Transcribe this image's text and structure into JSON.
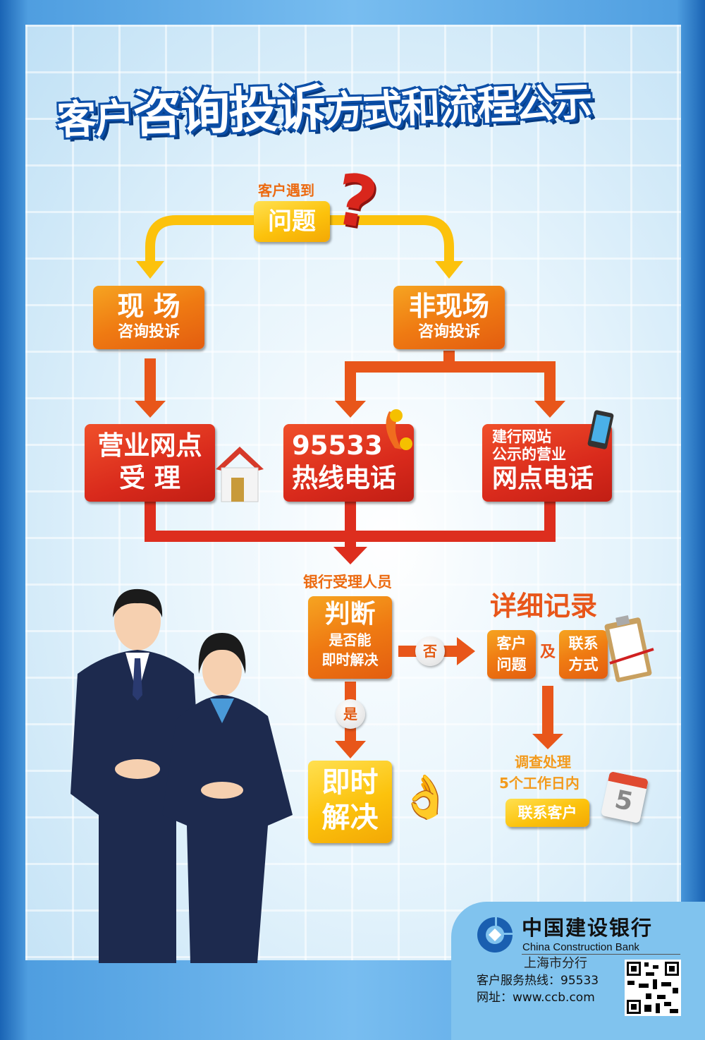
{
  "title": {
    "part1": "客户",
    "part2": "咨询",
    "part3": "投诉",
    "part4": "方式和流程公示"
  },
  "start": {
    "caption": "客户遇到",
    "box": "问题",
    "icon": "question-mark-icon"
  },
  "onsite": {
    "title": "现 场",
    "sub": "咨询投诉"
  },
  "offsite": {
    "title": "非现场",
    "sub": "咨询投诉"
  },
  "channels": [
    {
      "line1": "营业网点",
      "line2": "受 理",
      "icon": "house-icon"
    },
    {
      "line1": "95533",
      "line2": "热线电话",
      "icon": "telephone-icon"
    },
    {
      "line1": "建行网站",
      "line2": "公示的营业",
      "line3": "网点电话",
      "icon": "mobile-phone-icon"
    }
  ],
  "judge": {
    "caption": "银行受理人员",
    "title": "判断",
    "line1": "是否能",
    "line2": "即时解决"
  },
  "no_label": "否",
  "yes_label": "是",
  "resolve": {
    "line1": "即时",
    "line2": "解决",
    "icon": "ok-hand-icon"
  },
  "record": {
    "title": "详细记录",
    "box1_l1": "客户",
    "box1_l2": "问题",
    "and": "及",
    "box2_l1": "联系",
    "box2_l2": "方式",
    "icon": "clipboard-icon"
  },
  "investigate": {
    "line1": "调查处理",
    "line2": "5个工作日内",
    "button": "联系客户",
    "icon": "calendar-icon",
    "calendar_day": "5"
  },
  "bank": {
    "name_cn": "中国建设银行",
    "name_en": "China Construction Bank",
    "branch": "上海市分行",
    "hotline": "客户服务热线：95533",
    "website": "网址：www.ccb.com"
  },
  "colors": {
    "orange": "#ef7a12",
    "red": "#d92a1c",
    "yellow": "#fcc20c",
    "blue": "#0c4fa8"
  }
}
